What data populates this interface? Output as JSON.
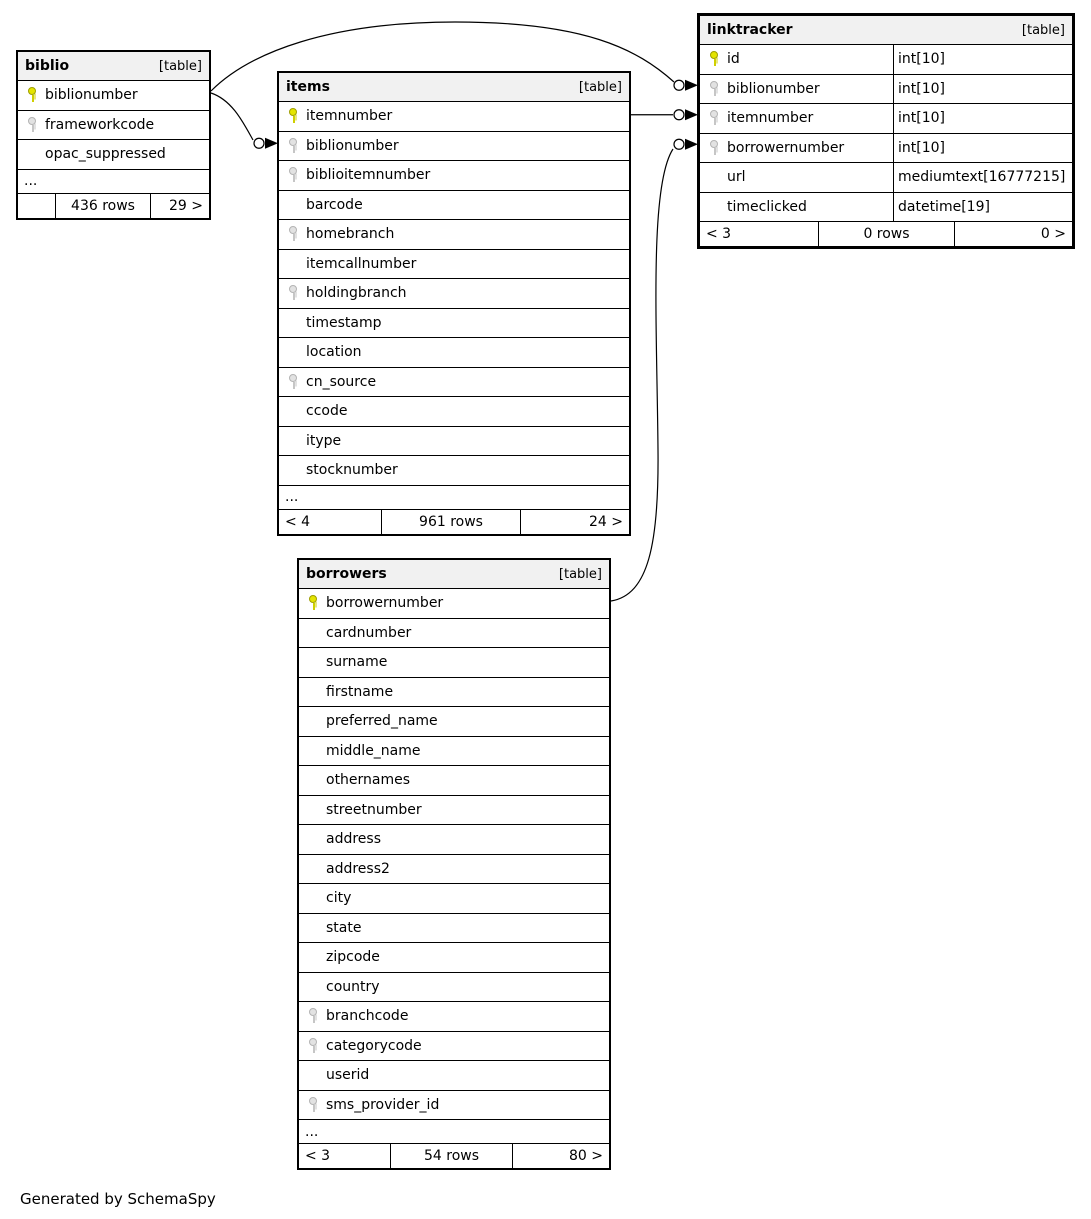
{
  "diagram": {
    "footer_note": "Generated by SchemaSpy",
    "ellipsis": "..."
  },
  "colors": {
    "pk_key": "#e4e400",
    "fk_key": "#e2e2e2",
    "header_bg": "#f1f1f1",
    "border": "#000000"
  },
  "tables": {
    "biblio": {
      "name": "biblio",
      "badge": "[table]",
      "columns": [
        {
          "label": "biblionumber",
          "key": "pk"
        },
        {
          "label": "frameworkcode",
          "key": "fk"
        },
        {
          "label": "opac_suppressed",
          "key": "nokey"
        }
      ],
      "footer": {
        "left": "",
        "center": "436 rows",
        "right": "29 >"
      }
    },
    "items": {
      "name": "items",
      "badge": "[table]",
      "columns": [
        {
          "label": "itemnumber",
          "key": "pk"
        },
        {
          "label": "biblionumber",
          "key": "fk"
        },
        {
          "label": "biblioitemnumber",
          "key": "fk"
        },
        {
          "label": "barcode",
          "key": "nokey"
        },
        {
          "label": "homebranch",
          "key": "fk"
        },
        {
          "label": "itemcallnumber",
          "key": "nokey"
        },
        {
          "label": "holdingbranch",
          "key": "fk"
        },
        {
          "label": "timestamp",
          "key": "nokey"
        },
        {
          "label": "location",
          "key": "nokey"
        },
        {
          "label": "cn_source",
          "key": "fk"
        },
        {
          "label": "ccode",
          "key": "nokey"
        },
        {
          "label": "itype",
          "key": "nokey"
        },
        {
          "label": "stocknumber",
          "key": "nokey"
        }
      ],
      "footer": {
        "left": "< 4",
        "center": "961 rows",
        "right": "24 >"
      }
    },
    "linktracker": {
      "name": "linktracker",
      "badge": "[table]",
      "columns": [
        {
          "label": "id",
          "key": "pk",
          "type": "int[10]"
        },
        {
          "label": "biblionumber",
          "key": "fk",
          "type": "int[10]"
        },
        {
          "label": "itemnumber",
          "key": "fk",
          "type": "int[10]"
        },
        {
          "label": "borrowernumber",
          "key": "fk",
          "type": "int[10]"
        },
        {
          "label": "url",
          "key": "nokey",
          "type": "mediumtext[16777215]"
        },
        {
          "label": "timeclicked",
          "key": "nokey",
          "type": "datetime[19]"
        }
      ],
      "footer": {
        "left": "< 3",
        "center": "0 rows",
        "right": "0 >"
      }
    },
    "borrowers": {
      "name": "borrowers",
      "badge": "[table]",
      "columns": [
        {
          "label": "borrowernumber",
          "key": "pk"
        },
        {
          "label": "cardnumber",
          "key": "nokey"
        },
        {
          "label": "surname",
          "key": "nokey"
        },
        {
          "label": "firstname",
          "key": "nokey"
        },
        {
          "label": "preferred_name",
          "key": "nokey"
        },
        {
          "label": "middle_name",
          "key": "nokey"
        },
        {
          "label": "othernames",
          "key": "nokey"
        },
        {
          "label": "streetnumber",
          "key": "nokey"
        },
        {
          "label": "address",
          "key": "nokey"
        },
        {
          "label": "address2",
          "key": "nokey"
        },
        {
          "label": "city",
          "key": "nokey"
        },
        {
          "label": "state",
          "key": "nokey"
        },
        {
          "label": "zipcode",
          "key": "nokey"
        },
        {
          "label": "country",
          "key": "nokey"
        },
        {
          "label": "branchcode",
          "key": "fk"
        },
        {
          "label": "categorycode",
          "key": "fk"
        },
        {
          "label": "userid",
          "key": "nokey"
        },
        {
          "label": "sms_provider_id",
          "key": "fk"
        }
      ],
      "footer": {
        "left": "< 3",
        "center": "54 rows",
        "right": "80 >"
      }
    }
  },
  "relationships": [
    {
      "from": "biblio.biblionumber",
      "to": "items.biblionumber"
    },
    {
      "from": "biblio.biblionumber",
      "to": "linktracker.biblionumber"
    },
    {
      "from": "items.itemnumber",
      "to": "linktracker.itemnumber"
    },
    {
      "from": "borrowers.borrowernumber",
      "to": "linktracker.borrowernumber"
    }
  ]
}
